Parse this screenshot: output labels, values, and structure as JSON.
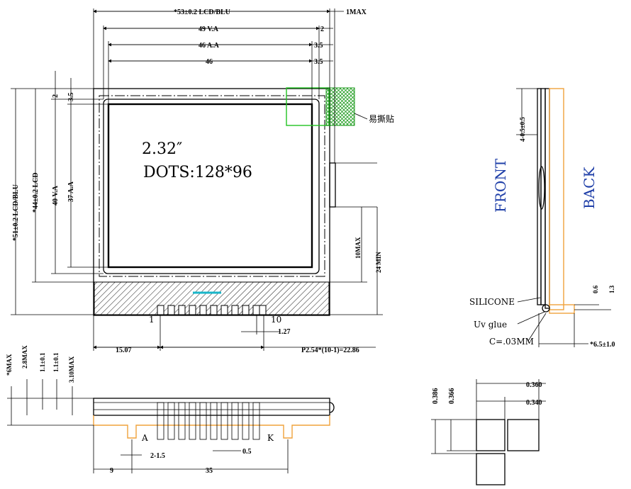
{
  "display": {
    "size_label": "2.32″",
    "dots_label": "DOTS:128*96"
  },
  "front_dims": {
    "lcd_w": "*53±0.2 LCD/BLU",
    "max1": "1MAX",
    "va_w": "49 V.A",
    "va_gap": "2",
    "aa_w": "46 A.A",
    "aa_gap": "3.5",
    "w46": "46",
    "w46_gap": "3.5",
    "lcd_h": "*51±0.2 LCD/BLU",
    "lcd_h2": "*44±0.2 LCD",
    "va_h": "40 V.A",
    "aa_h": "37 A.A",
    "top2": "2",
    "top35": "3.5",
    "max10": "10MAX",
    "min24": "24 MIN",
    "pin1": "1",
    "pin10": "10",
    "pitch": "1.27",
    "left_off": "15.07",
    "pin_span": "P2.54*(10-1)=22.86",
    "sticker": "易撕贴"
  },
  "side_dims": {
    "front": "FRONT",
    "back": "BACK",
    "tab": "4-0.5±0.5",
    "d06": "0.6",
    "d13": "1.3",
    "silicone": "SILICONE",
    "uvglue": "Uv glue",
    "c03": "C=.03MM",
    "thick": "*6.5±1.0"
  },
  "bottom_dims": {
    "m6": "*6MAX",
    "m28": "2.8MAX",
    "m11a": "1.1±0.1",
    "m11b": "1.1±0.1",
    "m310": "3.10MAX",
    "a": "A",
    "k": "K",
    "d215": "2-1.5",
    "d05": "0.5",
    "d9": "9",
    "d35": "35"
  },
  "pixel_dims": {
    "p386": "0.386",
    "p366": "0.366",
    "p360": "0.360",
    "p340": "0.340"
  }
}
